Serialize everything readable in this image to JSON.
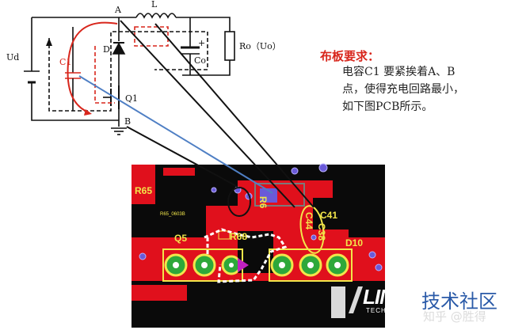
{
  "schematic": {
    "node_a": "A",
    "node_b": "B",
    "inductor": "L",
    "diode": "D",
    "source": "Ud",
    "cap_in": "C1",
    "cap_out": "Co",
    "load": "Ro（Uo）",
    "switch": "Q1"
  },
  "note": {
    "title": "布板要求：",
    "lines": [
      "电容C1 要紧挨着A、B",
      "点，使得充电回路最小，",
      "如下图PCB所示。"
    ]
  },
  "pcb": {
    "labels": [
      "R65",
      "Q5",
      "R68",
      "C41",
      "C44",
      "C38",
      "D10",
      "R6"
    ],
    "silk_small": "R65_0603B",
    "brand_text": "LINEAR",
    "brand_sub": "TECHNOLOGY",
    "community": "技术社区",
    "watermark": "知乎 @胜得"
  },
  "colors": {
    "pcb_red": "#e0101c",
    "pcb_black": "#0a0a0a",
    "silk_yellow": "#f2e64a",
    "via_blue": "#6a5ad8",
    "pad_green": "#2ea83a",
    "loop_red": "#d8261c",
    "callout_blue": "#4f7fc4"
  }
}
